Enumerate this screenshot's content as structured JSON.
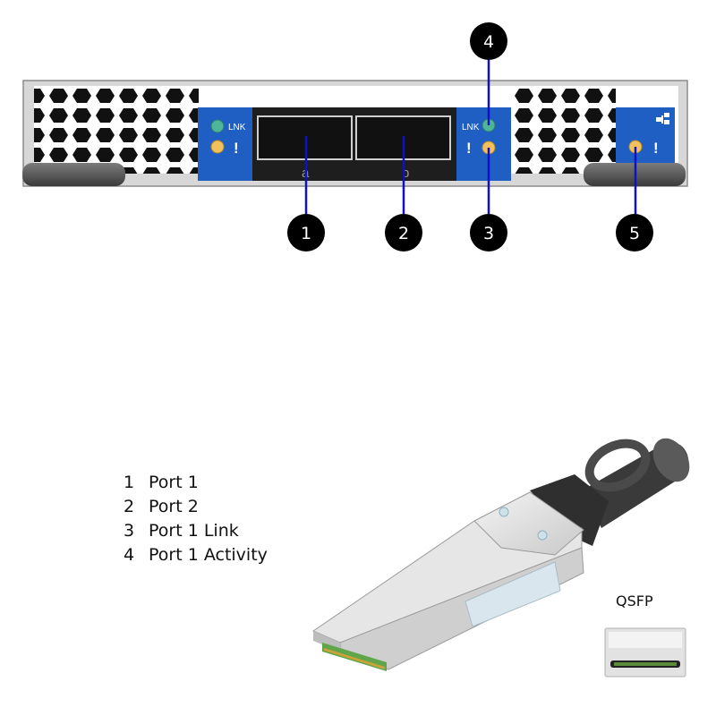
{
  "callouts": [
    {
      "number": "1"
    },
    {
      "number": "2"
    },
    {
      "number": "3"
    },
    {
      "number": "4"
    },
    {
      "number": "5"
    }
  ],
  "panel": {
    "left_status": {
      "link_label": "LNK",
      "fault_glyph": "!"
    },
    "right_status": {
      "link_label": "LNK",
      "fault_glyph": "!"
    },
    "mgmt_status": {
      "fault_glyph": "!",
      "icon": "network-icon"
    },
    "port_labels": [
      "a",
      "b"
    ],
    "colors": {
      "status_blue": "#1f5fc4",
      "callout_line": "#1010c8",
      "link_led": "#4fb59a",
      "fault_led": "#f2c15d"
    }
  },
  "legend": [
    {
      "number": "1",
      "label": "Port 1"
    },
    {
      "number": "2",
      "label": "Port 2"
    },
    {
      "number": "3",
      "label": "Port 1 Link"
    },
    {
      "number": "4",
      "label": "Port 1 Activity"
    }
  ],
  "connector": {
    "label": "QSFP"
  }
}
